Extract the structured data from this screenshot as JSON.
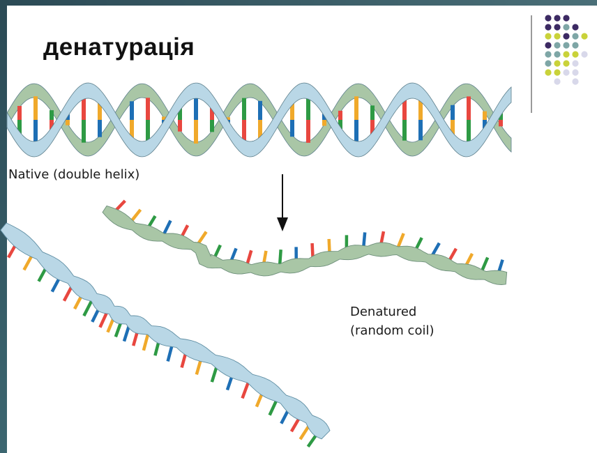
{
  "slide": {
    "title": "денатурація"
  },
  "diagram": {
    "native_label": "Native (double helix)",
    "denatured_label_line1": "Denatured",
    "denatured_label_line2": "(random coil)"
  },
  "colors": {
    "frame": "#2b4a55",
    "strand_light": "#b9d7e6",
    "strand_dark": "#6f9fb3",
    "strand_green": "#a9c6a6",
    "base_red": "#e8473f",
    "base_orange": "#f0a92b",
    "base_green": "#2e9a44",
    "base_blue": "#1e6fb5",
    "dot_purple": "#3c2a63",
    "dot_teal": "#7ea6a6",
    "dot_lime": "#c9d23a",
    "dot_lavender": "#d8d8ea"
  },
  "decor_dots": [
    [
      "dot_purple",
      "dot_purple",
      "dot_purple",
      "",
      ""
    ],
    [
      "dot_purple",
      "dot_purple",
      "dot_teal",
      "dot_purple",
      ""
    ],
    [
      "dot_lime",
      "dot_lime",
      "dot_purple",
      "dot_teal",
      "dot_lime"
    ],
    [
      "dot_purple",
      "dot_teal",
      "dot_teal",
      "dot_teal",
      ""
    ],
    [
      "dot_teal",
      "dot_teal",
      "dot_lime",
      "dot_lime",
      "dot_lavender"
    ],
    [
      "dot_teal",
      "dot_lime",
      "dot_lime",
      "dot_lavender",
      ""
    ],
    [
      "dot_lime",
      "dot_lime",
      "dot_lavender",
      "dot_lavender",
      ""
    ],
    [
      "",
      "dot_lavender",
      "",
      "dot_lavender",
      ""
    ]
  ]
}
